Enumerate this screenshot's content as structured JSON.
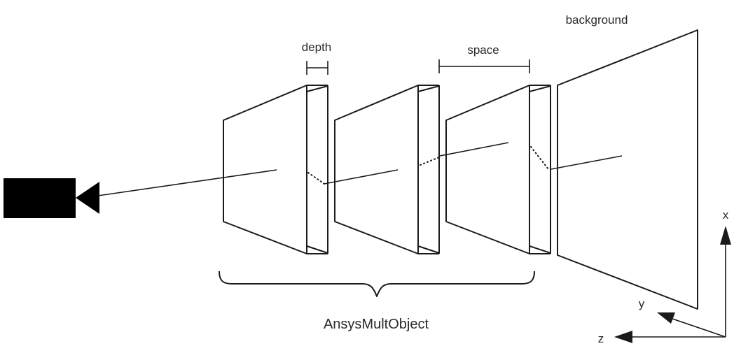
{
  "colors": {
    "canvas_background": "#ffffff",
    "line": "#1a1a1a",
    "camera_fill": "#000000"
  },
  "labels": {
    "depth": "depth",
    "space": "space",
    "background": "background",
    "object_group": "AnsysMultObject",
    "axis_x": "x",
    "axis_y": "y",
    "axis_z": "z"
  },
  "diagram": {
    "type": "schematic-3d-scene",
    "slab_count": 3,
    "icons": [
      "camera-icon",
      "axes-triad-icon"
    ],
    "annotations": [
      "depth dimension over first slab thickness",
      "space dimension between slabs",
      "curly brace grouping slabs labeled AnsysMultObject",
      "view ray from camera through slab centers to background"
    ]
  }
}
